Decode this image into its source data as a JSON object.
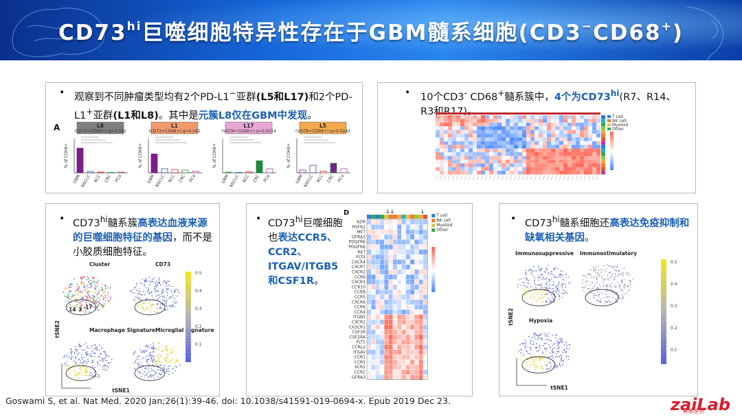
{
  "header": {
    "title_pre": "CD73",
    "title_sup": "hi",
    "title_post": "巨噬细胞特异性存在于GBM髓系细胞(CD3",
    "sup_minus": "−",
    "title_mid": "CD68",
    "sup_plus": "+",
    "title_end": ")"
  },
  "panel1": {
    "bullet": "•",
    "t1": "观察到不同肿瘤类型均有2个PD-L1",
    "t1_sup": "−",
    "t2": "亚群",
    "t3": "(L5和L17)",
    "t4": "和2个PD-L1",
    "t4_sup": "+",
    "t5": "亚群",
    "t6": "(L1和L8)",
    "t7": "。其中是",
    "t8": "元簇L8仅在GBM中发现",
    "t9": "。",
    "fig_letter": "A",
    "charts": [
      {
        "title": "L8",
        "sub": "(CD73+CD68+) q=0.042",
        "color": "#7f7f7f",
        "bar": "#7a1f8a",
        "values": [
          72,
          4,
          2,
          1,
          2
        ]
      },
      {
        "title": "L1",
        "sub": "(CD73+CD68+) q=0.042",
        "color": "#f29a6c",
        "bar": "#7a1f8a",
        "values": [
          55,
          12,
          10,
          8,
          5
        ]
      },
      {
        "title": "L17",
        "sub": "(VISTA+CD68+) q=0.0014",
        "color": "#e9a7d6",
        "bar": "#1f8a3a",
        "values": [
          2,
          1,
          3,
          35,
          12
        ]
      },
      {
        "title": "L5",
        "sub": "(VISTA+CD68+) q=0.0242",
        "color": "#f3a84d",
        "bar": "#7a1f8a",
        "values": [
          8,
          22,
          5,
          28,
          12
        ]
      }
    ],
    "categories": [
      "GBM",
      "NSCLC",
      "RCC",
      "CRC",
      "PCa"
    ],
    "ylabel": "% of CD68+"
  },
  "panel2": {
    "bullet": "•",
    "t1": "10个CD3",
    "t1_sup": "-",
    "t2": " CD68",
    "t2_sup": "+",
    "t3": "髓系簇中，",
    "t4": "4个为CD73",
    "t4_sup": "hi",
    "t5": "(R7、R14、R3和R17)。",
    "legend": [
      "T cell",
      "NK cell",
      "Myeloid",
      "Other"
    ]
  },
  "panel3": {
    "bullet": "•",
    "t1": "CD73",
    "t1_sup": "hi",
    "t2": "髓系簇",
    "t3": "高表达血液来源的巨噬细胞特征的基因",
    "t4": "，而不是小胶质细胞特征。",
    "labels": [
      "Cluster",
      "CD73",
      "Macrophage Signature",
      "Microglial Signature"
    ],
    "xlabel": "tSNE1",
    "ylabel": "tSNE2",
    "scale": [
      "0.5",
      "0.4",
      "0.3",
      "0.2",
      "0.1"
    ],
    "cluster_nums": [
      "14",
      "3",
      "17"
    ]
  },
  "panel4": {
    "bullet": "•",
    "t1": "CD73",
    "t1_sup": "hi",
    "t2": "巨噬细胞也",
    "t3": "表达",
    "t4": "CCR5、CCR2、ITGAV/ITGB5和CSF1R",
    "t5": "。",
    "fig_letter": "D",
    "genes": [
      "KDR",
      "PDFR2",
      "MET",
      "GFRA3",
      "PDGFRA",
      "PDGFRB",
      "RET",
      "FLT4",
      "CXCR4",
      "CXCR7",
      "CXCR2",
      "CCR9",
      "CXCR3",
      "CCR10",
      "CCR8",
      "CCR5",
      "CXCR6",
      "CCR6",
      "CCR4",
      "ITGB5",
      "CXCR2",
      "CX3CR1",
      "CSF1R",
      "CSF2RA",
      "FLT1",
      "CCRL2",
      "ITGAV",
      "CCR1",
      "CCR5",
      "XCR1",
      "CCR2",
      "GFRA3"
    ],
    "legend": [
      "T cell",
      "NK cell",
      "Myeloid",
      "Other"
    ]
  },
  "panel5": {
    "bullet": "•",
    "t1": "CD73",
    "t1_sup": "hi",
    "t2": "髓系细胞还",
    "t3": "高表达免疫抑制和缺氧相关基因",
    "t4": "。",
    "labels": [
      "Immunosuppressive",
      "Immunostimulatory",
      "Hypoxia"
    ],
    "xlabel": "tSNE1",
    "ylabel": "tSNE2",
    "scale": [
      "0.5",
      "0.4",
      "0.3",
      "0.2",
      "0.1"
    ]
  },
  "footer": {
    "citation": "Goswami S, et al. Nat Med. 2020 Jan;26(1):39-46.  doi: 10.1038/s41591-019-0694-x.  Epub 2019 Dec 23.",
    "logo_main": "zaiLab",
    "logo_sub": "再鼎医药"
  },
  "colors": {
    "accent": "#1a5fb4",
    "banner": "#1565d8",
    "logo": "#d81e2a"
  }
}
